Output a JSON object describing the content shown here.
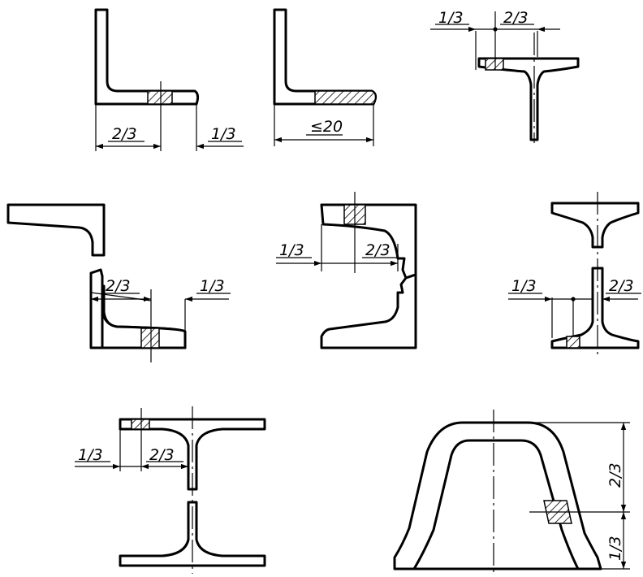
{
  "labels": {
    "two_thirds": "2/3",
    "one_third": "1/3",
    "max_20": "≤20"
  },
  "colors": {
    "ink": "#000000",
    "paper": "#ffffff"
  }
}
